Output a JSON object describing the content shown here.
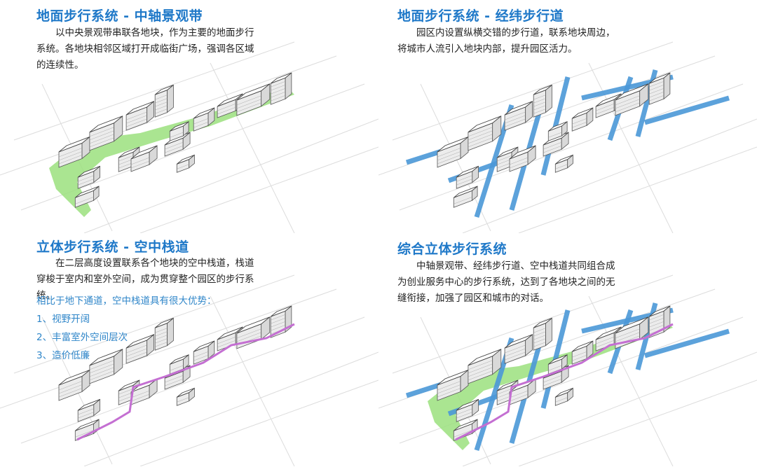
{
  "colors": {
    "title": "#1e78c8",
    "green": "#9be07e",
    "blue": "#4b98d8",
    "purple": "#c46fd2",
    "advantage_text": "#2f86c9"
  },
  "panels": [
    {
      "title": "地面步行系统 - 中轴景观带",
      "text": "以中央景观带串联各地块，作为主要的地面步行系统。各地块相邻区域打开成临街广场，强调各区域的连续性。"
    },
    {
      "title": "地面步行系统 - 经纬步行道",
      "text": "园区内设置纵横交错的步行道，联系地块周边，将城市人流引入地块内部，提升园区活力。"
    },
    {
      "title": "立体步行系统 - 空中栈道",
      "text": "在二层高度设置联系各个地块的空中栈道，栈道穿梭于室内和室外空间，成为贯穿整个园区的步行系统。",
      "advantages_heading": "相比于地下通道，空中栈道具有很大优势：",
      "advantages": [
        "1、视野开阔",
        "2、丰富室外空间层次",
        "3、造价低廉"
      ]
    },
    {
      "title": "综合立体步行系统",
      "text": "中轴景观带、经纬步行道、空中栈道共同组合成为创业服务中心的步行系统，达到了各地块之间的无缝衔接，加强了园区和城市的对话。"
    }
  ]
}
